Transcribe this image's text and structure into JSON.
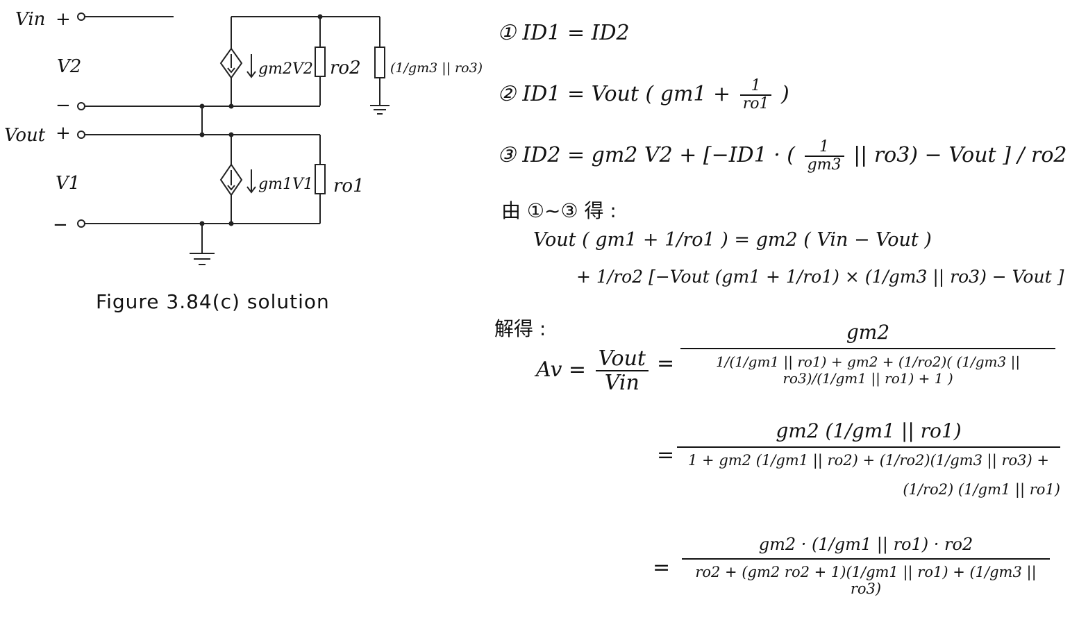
{
  "circuit": {
    "labels": {
      "vin": "Vin",
      "v2": "V2",
      "vout": "Vout",
      "v1": "V1",
      "plus_top": "+",
      "minus_top": "−",
      "plus_mid": "+",
      "minus_bot": "−",
      "src_top": "gm2V2",
      "src_bot": "gm1V1",
      "ro2": "ro2",
      "ro1": "ro1",
      "load": "(1/gm3 || ro3)"
    }
  },
  "caption": "Figure 3.84(c) solution",
  "equations": {
    "eq1": "① ID1 = ID2",
    "eq2_left": "② ID1 = Vout ( gm1 +",
    "eq2_frac_num": "1",
    "eq2_frac_den": "ro1",
    "eq2_right": ")",
    "eq3_left": "③ ID2 = gm2 V2 + [−ID1 · (",
    "eq3_frac_num": "1",
    "eq3_frac_den": "gm3",
    "eq3_right": "|| ro3) − Vout ] / ro2",
    "from_label": "由 ①~③ 得 :",
    "combined_1": "Vout ( gm1 + 1/ro1 ) = gm2 ( Vin − Vout )",
    "combined_2": "+ 1/ro2 [−Vout (gm1 + 1/ro1) × (1/gm3 || ro3) − Vout ]",
    "solve_label": "解得 :",
    "av_lhs": "Av =",
    "av_num": "Vout",
    "av_den": "Vin",
    "eq_sign": "=",
    "r1_num": "gm2",
    "r1_den": "1/(1/gm1 || ro1) + gm2 + (1/ro2)( (1/gm3 || ro3)/(1/gm1 || ro1) + 1 )",
    "r2_num": "gm2 (1/gm1 || ro1)",
    "r2_den_1": "1 + gm2 (1/gm1 || ro2) + (1/ro2)(1/gm3 || ro3) +",
    "r2_den_2": "(1/ro2) (1/gm1 || ro1)",
    "r3_num": "gm2 · (1/gm1 || ro1) · ro2",
    "r3_den": "ro2 + (gm2 ro2 + 1)(1/gm1 || ro1) + (1/gm3 || ro3)"
  }
}
